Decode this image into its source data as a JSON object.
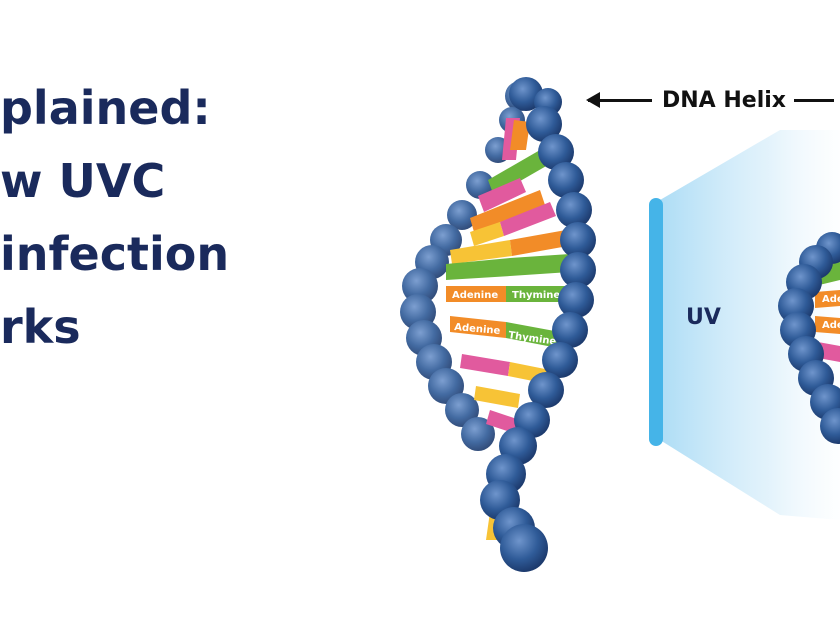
{
  "headline": {
    "line1": "plained:",
    "line2": "w UVC",
    "line3": "infection",
    "line4": "rks"
  },
  "labels": {
    "dna_helix": "DNA Helix",
    "uv": "UV"
  },
  "base_pairs": {
    "pair1_left": "Adenine",
    "pair1_right": "Thymine",
    "pair2_left": "Adenine",
    "pair2_right": "Thymine",
    "pair3_left": "Aden",
    "pair4_left": "Aden"
  },
  "colors": {
    "headline_text": "#1a2a5c",
    "nucleotide_bead": "#3b6aa8",
    "bead_dark": "#23477d",
    "uv_lamp": "#45b4e8",
    "uv_glow": "#bfe3f7",
    "rung_pink": "#e15a9e",
    "rung_orange": "#f28c28",
    "rung_green": "#6ab43c",
    "rung_yellow": "#f7c336"
  }
}
